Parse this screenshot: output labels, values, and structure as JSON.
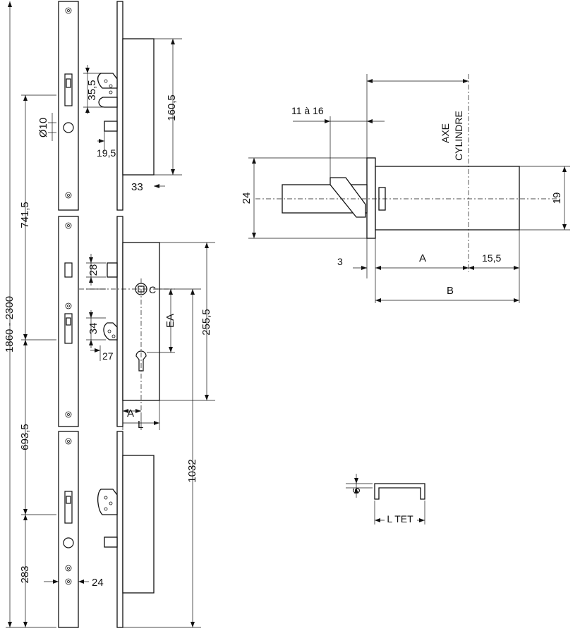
{
  "diagram": {
    "labels": {
      "total_height": "1860 - 2300",
      "upper_span": "741,5",
      "mid_span": "693,5",
      "lower_span": "283",
      "diameter": "Ø10",
      "top_hook_offset": "35,5",
      "top_bolt_offset": "19,5",
      "top_case_height": "160,5",
      "top_case_depth": "33",
      "mid_latch": "28",
      "mid_hook": "34",
      "mid_hook_width": "27",
      "spindle_mark": "C",
      "ea": "EA",
      "mid_case_height": "255,5",
      "backset_a": "A",
      "backset_l": "L",
      "lower_length": "1032",
      "lower_width": "24"
    },
    "cylinder": {
      "axis_label_1": "AXE",
      "axis_label_2": "CYLINDRE",
      "fix_range": "11 à 16",
      "height_left": "24",
      "height_right": "19",
      "plate": "3",
      "a": "A",
      "offset": "15,5",
      "b": "B"
    },
    "tet": {
      "height": "6",
      "width_label": "L TET"
    }
  }
}
